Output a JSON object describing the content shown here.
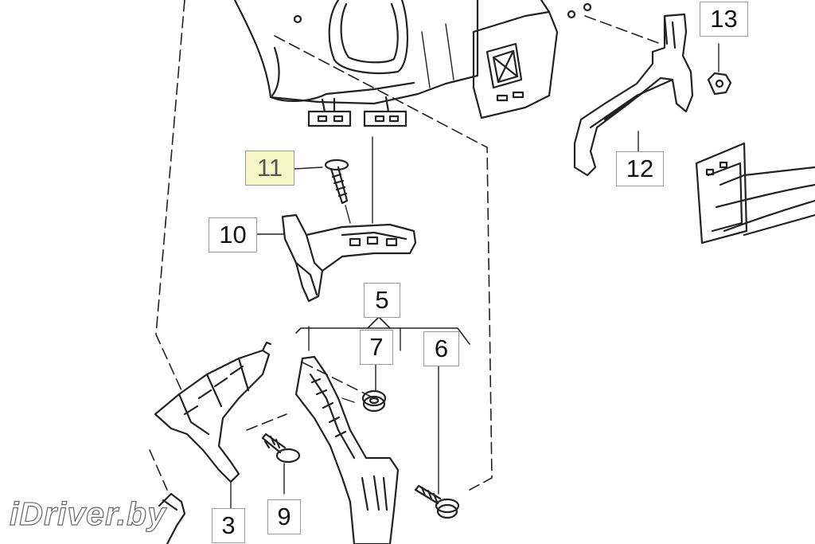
{
  "callouts": {
    "c3": "3",
    "c5": "5",
    "c6": "6",
    "c7": "7",
    "c9": "9",
    "c10": "10",
    "c11": "11",
    "c12": "12",
    "c13": "13"
  },
  "watermark": "iDriver.by",
  "colors": {
    "line": "#222222",
    "highlight": "#f6f5c6",
    "box_border": "#9a9a9a"
  }
}
